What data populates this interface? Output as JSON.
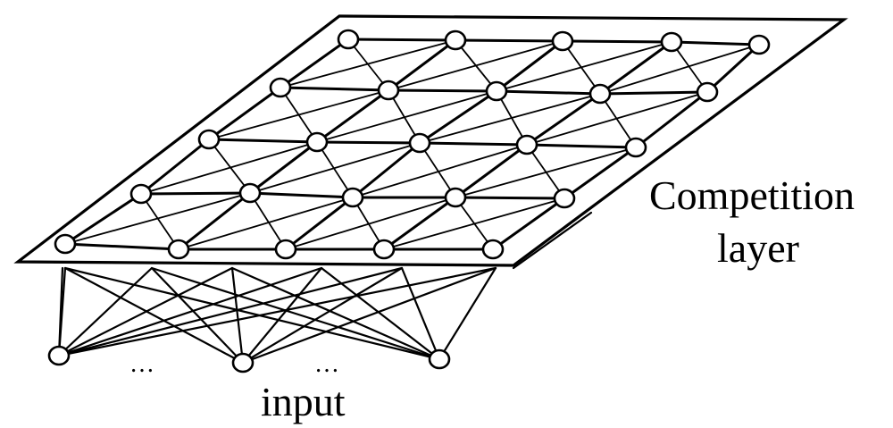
{
  "labels": {
    "competition_line1": "Competition",
    "competition_line2": "layer",
    "input": "input",
    "ellipsis": "…"
  },
  "colors": {
    "ink": "#000000",
    "paper": "#ffffff"
  }
}
